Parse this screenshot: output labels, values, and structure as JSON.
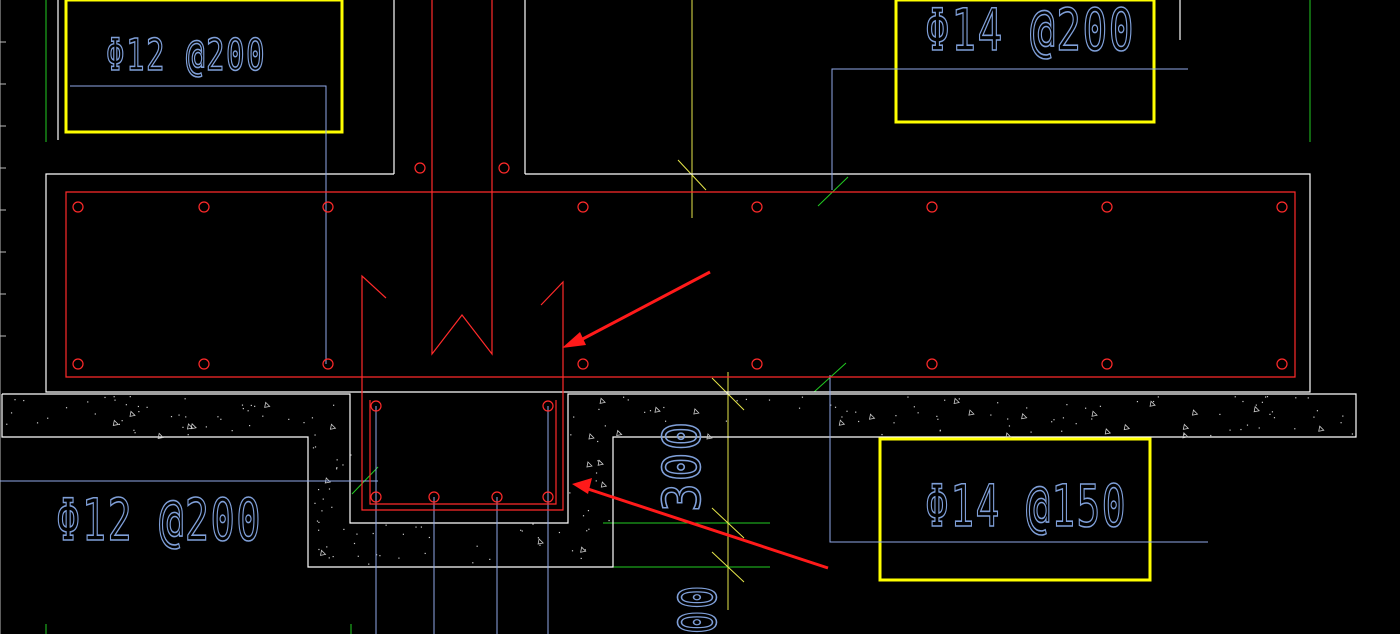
{
  "labels": {
    "top_left": "Φ12 @200",
    "top_right": "Φ14 @200",
    "bottom_left": "Φ12 @200",
    "bottom_right": "Φ14 @150",
    "dimension_1": "300",
    "dimension_2": "00"
  },
  "colors": {
    "background": "#000000",
    "outline": "#ffffff",
    "rebar": "#ff2a2a",
    "highlight_box": "#ffff00",
    "leader": "#8fa8e8",
    "axis_green": "#22cc22",
    "axis_yellow": "#e6e64a",
    "label_text": "#7f9fd8"
  }
}
